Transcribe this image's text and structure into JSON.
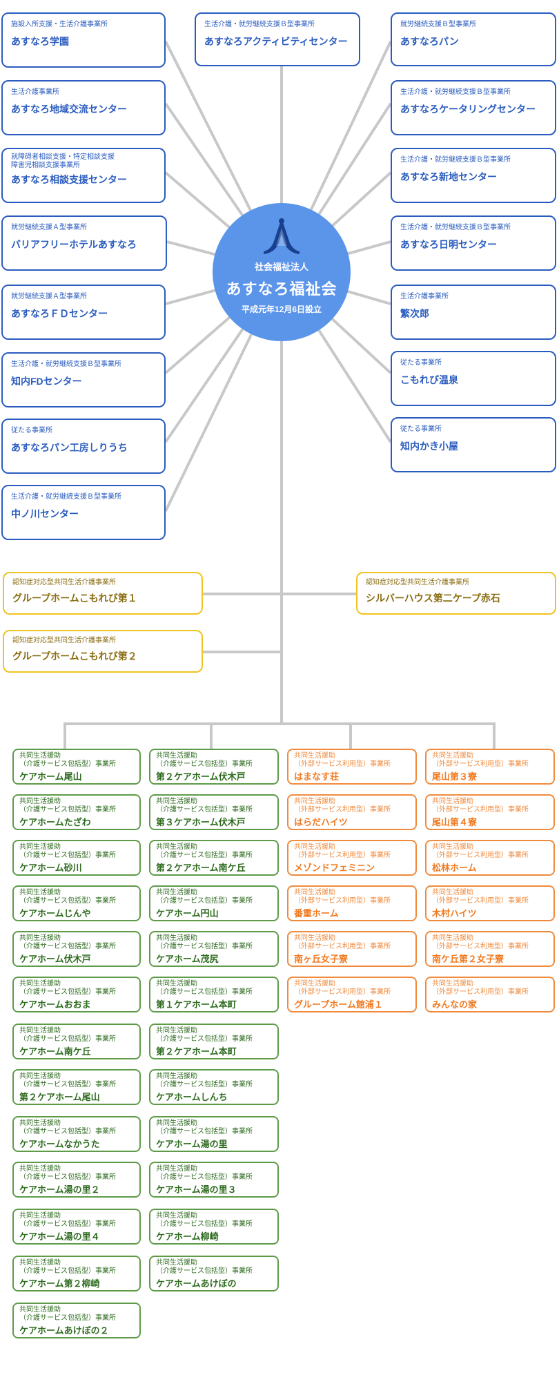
{
  "colors": {
    "hub": "#5b95ea",
    "blue": "#2a5cbf",
    "gold": "#f0c31e",
    "green": "#5e9b48",
    "orange": "#f08a3c",
    "line": "#c8c8c8"
  },
  "hub": {
    "logo": "asunaro-logo-icon",
    "type": "社会福祉法人",
    "name": "あすなろ福祉会",
    "established": "平成元年12月6日設立"
  },
  "facilities": [
    {
      "cat": "施設入所支援・生活介護事業所",
      "name": "あすなろ学園"
    },
    {
      "cat": "生活介護・就労継続支援Ｂ型事業所",
      "name": "あすなろアクティビティセンター"
    },
    {
      "cat": "就労継続支援Ｂ型事業所",
      "name": "あすなろパン"
    },
    {
      "cat": "生活介護事業所",
      "name": "あすなろ地域交流センター"
    },
    {
      "cat": "生活介護・就労継続支援Ｂ型事業所",
      "name": "あすなろケータリングセンター"
    },
    {
      "cat": "就障碍者相談支援・特定相談支援\n障害児相談支援事業所",
      "name": "あすなろ相談支援センター"
    },
    {
      "cat": "生活介護・就労継続支援Ｂ型事業所",
      "name": "あすなろ新地センター"
    },
    {
      "cat": "就労継続支援Ａ型事業所",
      "name": "バリアフリーホテルあすなろ"
    },
    {
      "cat": "生活介護・就労継続支援Ｂ型事業所",
      "name": "あすなろ日明センター"
    },
    {
      "cat": "就労継続支援Ａ型事業所",
      "name": "あすなろＦＤセンター"
    },
    {
      "cat": "生活介護事業所",
      "name": "繁次郎"
    },
    {
      "cat": "生活介護・就労継続支援Ｂ型事業所",
      "name": "知内FDセンター"
    },
    {
      "cat": "従たる事業所",
      "name": "こもれび温泉"
    },
    {
      "cat": "従たる事業所",
      "name": "あすなろパン工房しりうち"
    },
    {
      "cat": "従たる事業所",
      "name": "知内かき小屋"
    },
    {
      "cat": "生活介護・就労継続支援Ｂ型事業所",
      "name": "中ノ川センター"
    }
  ],
  "grouphomes": [
    {
      "cat": "認知症対応型共同生活介護事業所",
      "name": "グループホームこもれび第１"
    },
    {
      "cat": "認知症対応型共同生活介護事業所",
      "name": "シルバーハウス第二ケープ赤石"
    },
    {
      "cat": "認知症対応型共同生活介護事業所",
      "name": "グループホームこもれび第２"
    }
  ],
  "green_col1": [
    {
      "cat": "共同生活援助\n（介護サービス包括型）事業所",
      "name": "ケアホーム尾山"
    },
    {
      "cat": "共同生活援助\n（介護サービス包括型）事業所",
      "name": "ケアホームたざわ"
    },
    {
      "cat": "共同生活援助\n（介護サービス包括型）事業所",
      "name": "ケアホーム砂川"
    },
    {
      "cat": "共同生活援助\n（介護サービス包括型）事業所",
      "name": "ケアホームじんや"
    },
    {
      "cat": "共同生活援助\n（介護サービス包括型）事業所",
      "name": "ケアホーム伏木戸"
    },
    {
      "cat": "共同生活援助\n（介護サービス包括型）事業所",
      "name": "ケアホームおおま"
    },
    {
      "cat": "共同生活援助\n（介護サービス包括型）事業所",
      "name": "ケアホーム南ケ丘"
    },
    {
      "cat": "共同生活援助\n（介護サービス包括型）事業所",
      "name": "第２ケアホーム尾山"
    },
    {
      "cat": "共同生活援助\n（介護サービス包括型）事業所",
      "name": "ケアホームなかうた"
    },
    {
      "cat": "共同生活援助\n（介護サービス包括型）事業所",
      "name": "ケアホーム湯の里２"
    },
    {
      "cat": "共同生活援助\n（介護サービス包括型）事業所",
      "name": "ケアホーム湯の里４"
    },
    {
      "cat": "共同生活援助\n（介護サービス包括型）事業所",
      "name": "ケアホーム第２柳崎"
    },
    {
      "cat": "共同生活援助\n（介護サービス包括型）事業所",
      "name": "ケアホームあけぼの２"
    }
  ],
  "green_col2": [
    {
      "cat": "共同生活援助\n（介護サービス包括型）事業所",
      "name": "第２ケアホーム伏木戸"
    },
    {
      "cat": "共同生活援助\n（介護サービス包括型）事業所",
      "name": "第３ケアホーム伏木戸"
    },
    {
      "cat": "共同生活援助\n（介護サービス包括型）事業所",
      "name": "第２ケアホーム南ケ丘"
    },
    {
      "cat": "共同生活援助\n（介護サービス包括型）事業所",
      "name": "ケアホーム円山"
    },
    {
      "cat": "共同生活援助\n（介護サービス包括型）事業所",
      "name": "ケアホーム茂尻"
    },
    {
      "cat": "共同生活援助\n（介護サービス包括型）事業所",
      "name": "第１ケアホーム本町"
    },
    {
      "cat": "共同生活援助\n（介護サービス包括型）事業所",
      "name": "第２ケアホーム本町"
    },
    {
      "cat": "共同生活援助\n（介護サービス包括型）事業所",
      "name": "ケアホームしんち"
    },
    {
      "cat": "共同生活援助\n（介護サービス包括型）事業所",
      "name": "ケアホーム湯の里"
    },
    {
      "cat": "共同生活援助\n（介護サービス包括型）事業所",
      "name": "ケアホーム湯の里３"
    },
    {
      "cat": "共同生活援助\n（介護サービス包括型）事業所",
      "name": "ケアホーム柳崎"
    },
    {
      "cat": "共同生活援助\n（介護サービス包括型）事業所",
      "name": "ケアホームあけぼの"
    }
  ],
  "orange_col1": [
    {
      "cat": "共同生活援助\n（外部サービス利用型）事業所",
      "name": "はまなす荘"
    },
    {
      "cat": "共同生活援助\n（外部サービス利用型）事業所",
      "name": "はらだハイツ"
    },
    {
      "cat": "共同生活援助\n（外部サービス利用型）事業所",
      "name": "メゾンドフェミニン"
    },
    {
      "cat": "共同生活援助\n（外部サービス利用型）事業所",
      "name": "番重ホーム"
    },
    {
      "cat": "共同生活援助\n（外部サービス利用型）事業所",
      "name": "南ヶ丘女子寮"
    },
    {
      "cat": "共同生活援助\n（外部サービス利用型）事業所",
      "name": "グループホーム館浦１"
    }
  ],
  "orange_col2": [
    {
      "cat": "共同生活援助\n（外部サービス利用型）事業所",
      "name": "尾山第３寮"
    },
    {
      "cat": "共同生活援助\n（外部サービス利用型）事業所",
      "name": "尾山第４寮"
    },
    {
      "cat": "共同生活援助\n（外部サービス利用型）事業所",
      "name": "松林ホーム"
    },
    {
      "cat": "共同生活援助\n（外部サービス利用型）事業所",
      "name": "木村ハイツ"
    },
    {
      "cat": "共同生活援助\n（外部サービス利用型）事業所",
      "name": "南ケ丘第２女子寮"
    },
    {
      "cat": "共同生活援助\n（外部サービス利用型）事業所",
      "name": "みんなの家"
    }
  ]
}
